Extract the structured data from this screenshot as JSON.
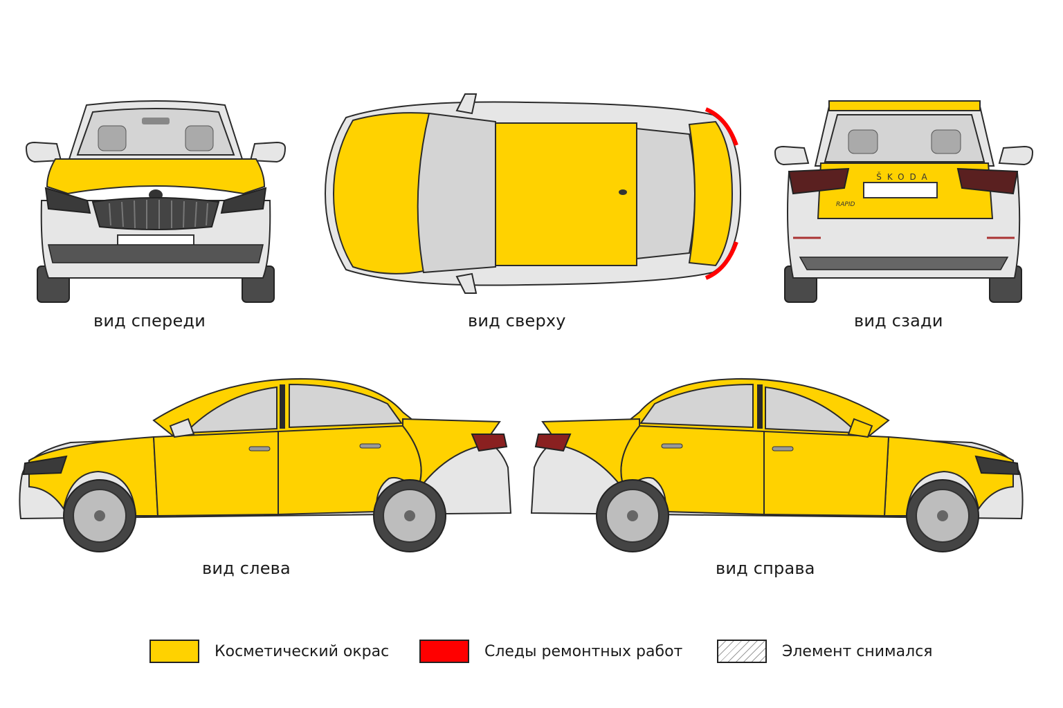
{
  "colors": {
    "cosmetic": "#FFD200",
    "repair": "#FF0000",
    "removed": "#FFFFFF",
    "body": "#E6E6E6",
    "outline": "#2A2A2A",
    "glass": "#D4D4D4",
    "dark": "#3A3A3A"
  },
  "views": {
    "front": "вид спереди",
    "top": "вид сверху",
    "rear": "вид сзади",
    "left": "вид слева",
    "right": "вид справа"
  },
  "badges": {
    "brand": "ŠKODA",
    "model": "RAPID"
  },
  "legend": [
    {
      "label": "Косметический окрас",
      "color": "#FFD200",
      "pattern": "solid"
    },
    {
      "label": "Следы ремонтных работ",
      "color": "#FF0000",
      "pattern": "solid"
    },
    {
      "label": "Элемент снимался",
      "color": "#FFFFFF",
      "pattern": "hatched"
    }
  ]
}
